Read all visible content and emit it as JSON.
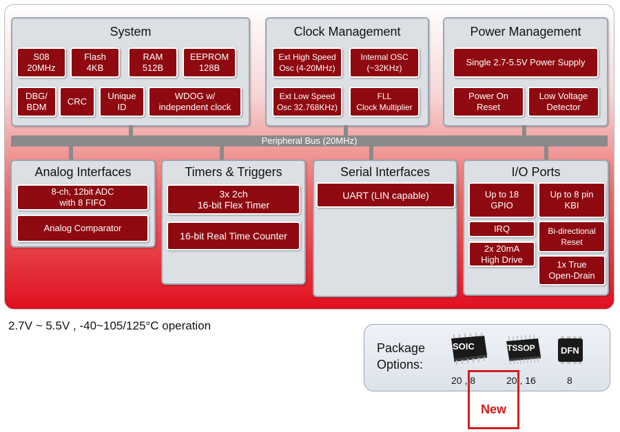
{
  "system": {
    "title": "System",
    "blocks": [
      "S08\n20MHz",
      "Flash\n4KB",
      "RAM\n512B",
      "EEPROM\n128B",
      "DBG/\nBDM",
      "CRC",
      "Unique\nID",
      "WDOG w/\nindependent clock"
    ]
  },
  "clock": {
    "title": "Clock Management",
    "blocks": [
      "Ext High Speed\nOsc (4-20MHz)",
      "Internal OSC\n(~32KHz)",
      "Ext Low Speed\nOsc 32.768KHz)",
      "FLL\nClock Multiplier"
    ]
  },
  "power": {
    "title": "Power Management",
    "blocks": [
      "Single 2.7-5.5V Power Supply",
      "Power On\nReset",
      "Low Voltage\nDetector"
    ]
  },
  "bus": {
    "label": "Peripheral Bus (20MHz)"
  },
  "analog": {
    "title": "Analog Interfaces",
    "blocks": [
      "8-ch, 12bit ADC\nwith 8 FIFO",
      "Analog  Comparator"
    ]
  },
  "timers": {
    "title": "Timers & Triggers",
    "blocks": [
      "3x 2ch\n16-bit Flex Timer",
      "16-bit Real Time Counter"
    ]
  },
  "serial": {
    "title": "Serial Interfaces",
    "blocks": [
      "UART (LIN capable)"
    ]
  },
  "io": {
    "title": "I/O Ports",
    "blocks": [
      "Up to 18\nGPIO",
      "Up to 8 pin\nKBI",
      "IRQ",
      "Bi-directional\nReset",
      "2x 20mA\nHigh Drive",
      "1x True\nOpen-Drain"
    ]
  },
  "operation": "2.7V ~ 5.5V , -40~105/125°C operation",
  "packages": {
    "label": "Package\nOptions:",
    "items": [
      {
        "name": "SOIC",
        "pins": "20 , 8"
      },
      {
        "name": "TSSOP",
        "pins": "20 , 16"
      },
      {
        "name": "DFN",
        "pins": "8"
      }
    ],
    "new_label": "New"
  },
  "colors": {
    "block": "#8e0a10",
    "panel": "#dcdfe3",
    "bus": "#8a8a8a",
    "new": "#d21c1c"
  }
}
